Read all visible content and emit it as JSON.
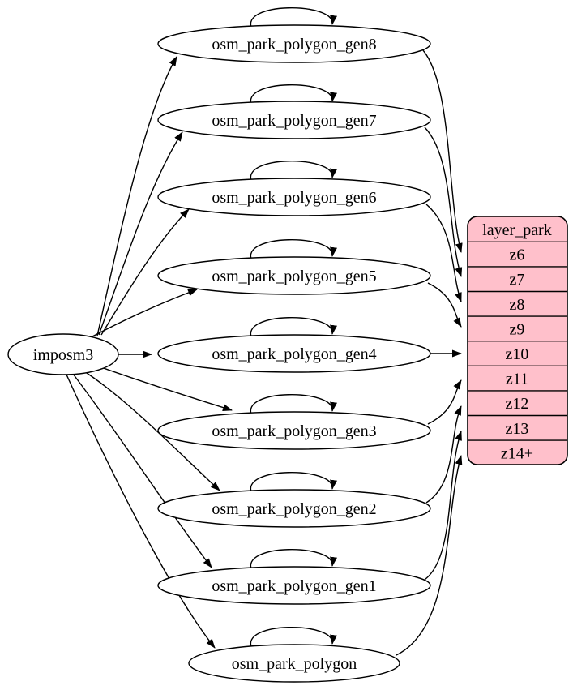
{
  "diagram": {
    "type": "graphviz-dependency-graph",
    "colors": {
      "background": "#ffffff",
      "edge": "#000000",
      "node_fill": "#ffffff",
      "node_border": "#000000",
      "layer_table_fill": "#ffc0cb",
      "text": "#000000"
    },
    "source_node": {
      "label": "imposm3"
    },
    "table_nodes": [
      {
        "label": "osm_park_polygon_gen8",
        "self_loop": true,
        "target_row": "z6"
      },
      {
        "label": "osm_park_polygon_gen7",
        "self_loop": true,
        "target_row": "z7"
      },
      {
        "label": "osm_park_polygon_gen6",
        "self_loop": true,
        "target_row": "z8"
      },
      {
        "label": "osm_park_polygon_gen5",
        "self_loop": true,
        "target_row": "z9"
      },
      {
        "label": "osm_park_polygon_gen4",
        "self_loop": true,
        "target_row": "z10"
      },
      {
        "label": "osm_park_polygon_gen3",
        "self_loop": true,
        "target_row": "z11"
      },
      {
        "label": "osm_park_polygon_gen2",
        "self_loop": true,
        "target_row": "z12"
      },
      {
        "label": "osm_park_polygon_gen1",
        "self_loop": true,
        "target_row": "z13"
      },
      {
        "label": "osm_park_polygon",
        "self_loop": true,
        "target_row": "z14+"
      }
    ],
    "layer_node": {
      "title": "layer_park",
      "rows": [
        "z6",
        "z7",
        "z8",
        "z9",
        "z10",
        "z11",
        "z12",
        "z13",
        "z14+"
      ]
    },
    "edges": [
      {
        "from": "imposm3",
        "to": "osm_park_polygon_gen8"
      },
      {
        "from": "imposm3",
        "to": "osm_park_polygon_gen7"
      },
      {
        "from": "imposm3",
        "to": "osm_park_polygon_gen6"
      },
      {
        "from": "imposm3",
        "to": "osm_park_polygon_gen5"
      },
      {
        "from": "imposm3",
        "to": "osm_park_polygon_gen4"
      },
      {
        "from": "imposm3",
        "to": "osm_park_polygon_gen3"
      },
      {
        "from": "imposm3",
        "to": "osm_park_polygon_gen2"
      },
      {
        "from": "imposm3",
        "to": "osm_park_polygon_gen1"
      },
      {
        "from": "imposm3",
        "to": "osm_park_polygon"
      },
      {
        "from": "osm_park_polygon_gen8",
        "to": "osm_park_polygon_gen8",
        "type": "self_loop"
      },
      {
        "from": "osm_park_polygon_gen7",
        "to": "osm_park_polygon_gen7",
        "type": "self_loop"
      },
      {
        "from": "osm_park_polygon_gen6",
        "to": "osm_park_polygon_gen6",
        "type": "self_loop"
      },
      {
        "from": "osm_park_polygon_gen5",
        "to": "osm_park_polygon_gen5",
        "type": "self_loop"
      },
      {
        "from": "osm_park_polygon_gen4",
        "to": "osm_park_polygon_gen4",
        "type": "self_loop"
      },
      {
        "from": "osm_park_polygon_gen3",
        "to": "osm_park_polygon_gen3",
        "type": "self_loop"
      },
      {
        "from": "osm_park_polygon_gen2",
        "to": "osm_park_polygon_gen2",
        "type": "self_loop"
      },
      {
        "from": "osm_park_polygon_gen1",
        "to": "osm_park_polygon_gen1",
        "type": "self_loop"
      },
      {
        "from": "osm_park_polygon",
        "to": "osm_park_polygon",
        "type": "self_loop"
      },
      {
        "from": "osm_park_polygon_gen8",
        "to": "layer_park:z6"
      },
      {
        "from": "osm_park_polygon_gen7",
        "to": "layer_park:z7"
      },
      {
        "from": "osm_park_polygon_gen6",
        "to": "layer_park:z8"
      },
      {
        "from": "osm_park_polygon_gen5",
        "to": "layer_park:z9"
      },
      {
        "from": "osm_park_polygon_gen4",
        "to": "layer_park:z10"
      },
      {
        "from": "osm_park_polygon_gen3",
        "to": "layer_park:z11"
      },
      {
        "from": "osm_park_polygon_gen2",
        "to": "layer_park:z12"
      },
      {
        "from": "osm_park_polygon_gen1",
        "to": "layer_park:z13"
      },
      {
        "from": "osm_park_polygon",
        "to": "layer_park:z14+"
      }
    ]
  }
}
